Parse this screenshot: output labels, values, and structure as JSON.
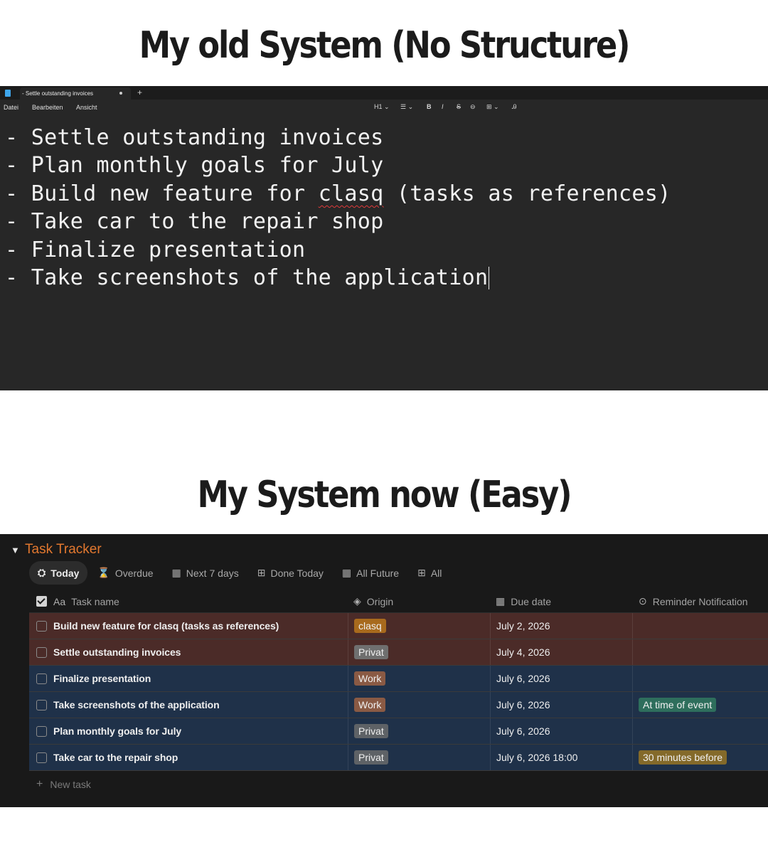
{
  "headings": {
    "old": "My old System (No Structure)",
    "new": "My System now (Easy)"
  },
  "notepad": {
    "tab_title": "- Settle outstanding invoices",
    "tab_add": "+",
    "menu": [
      "Datei",
      "Bearbeiten",
      "Ansicht"
    ],
    "toolbar": [
      "H1 ⌄",
      "☰ ⌄",
      "B",
      "I",
      "S",
      "⊖",
      "⊞ ⌄",
      "Ꭿ"
    ],
    "lines": [
      {
        "pre": "- Settle outstanding invoices",
        "spell": "",
        "post": ""
      },
      {
        "pre": "- Plan monthly goals for July",
        "spell": "",
        "post": ""
      },
      {
        "pre": "- Build new feature for ",
        "spell": "clasq",
        "post": " (tasks as references)"
      },
      {
        "pre": "- Take car to the repair shop",
        "spell": "",
        "post": ""
      },
      {
        "pre": "- Finalize presentation",
        "spell": "",
        "post": ""
      },
      {
        "pre": "- Take screenshots of the application",
        "spell": "",
        "post": ""
      }
    ]
  },
  "tracker": {
    "title": "Task Tracker",
    "tabs": [
      {
        "label": "Today",
        "icon": "today-icon",
        "active": true
      },
      {
        "label": "Overdue",
        "icon": "hourglass-icon",
        "active": false
      },
      {
        "label": "Next 7 days",
        "icon": "calendar-icon",
        "active": false
      },
      {
        "label": "Done Today",
        "icon": "table-icon",
        "active": false
      },
      {
        "label": "All Future",
        "icon": "calendar-icon",
        "active": false
      },
      {
        "label": "All",
        "icon": "table-icon",
        "active": false
      }
    ],
    "columns": {
      "name": "Task name",
      "origin": "Origin",
      "due": "Due date",
      "reminder": "Reminder Notification"
    },
    "rows": [
      {
        "name": "Build new feature for clasq (tasks as references)",
        "origin": "clasq",
        "origin_color": "#a86a1d",
        "due": "July 2, 2026",
        "reminder": "",
        "reminder_color": "",
        "row_color": "#4b2b28"
      },
      {
        "name": "Settle outstanding invoices",
        "origin": "Privat",
        "origin_color": "#6f6f6f",
        "due": "July 4, 2026",
        "reminder": "",
        "reminder_color": "",
        "row_color": "#4b2b28"
      },
      {
        "name": "Finalize presentation",
        "origin": "Work",
        "origin_color": "#8a5a44",
        "due": "July 6, 2026",
        "reminder": "",
        "reminder_color": "",
        "row_color": "#1f3149"
      },
      {
        "name": "Take screenshots of the application",
        "origin": "Work",
        "origin_color": "#8a5a44",
        "due": "July 6, 2026",
        "reminder": "At time of event",
        "reminder_color": "#2e6e5c",
        "row_color": "#1f3149"
      },
      {
        "name": "Plan monthly goals for July",
        "origin": "Privat",
        "origin_color": "#5e6266",
        "due": "July 6, 2026",
        "reminder": "",
        "reminder_color": "",
        "row_color": "#1f3149"
      },
      {
        "name": "Take car to the repair shop",
        "origin": "Privat",
        "origin_color": "#5e6266",
        "due": "July 6, 2026 18:00",
        "reminder": "30 minutes before",
        "reminder_color": "#846a2a",
        "row_color": "#1f3149"
      }
    ],
    "new_task": "New task"
  }
}
